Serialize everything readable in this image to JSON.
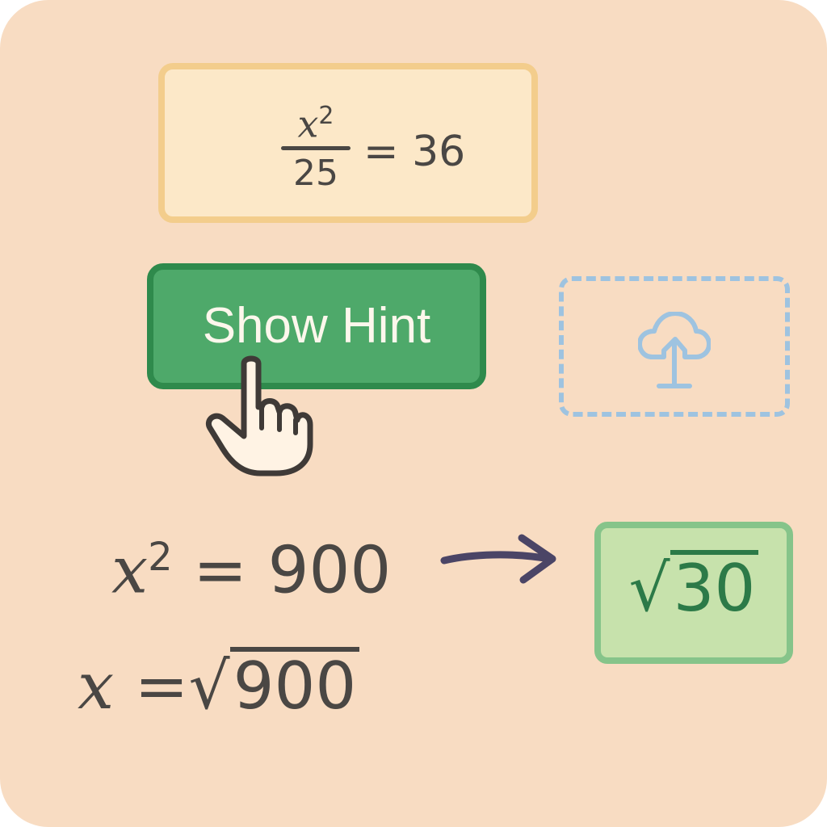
{
  "problem": {
    "numerator_var": "x",
    "numerator_exp": "2",
    "denominator": "25",
    "rhs": "= 36"
  },
  "hint_button": {
    "label": "Show Hint"
  },
  "work": {
    "step1_var": "x",
    "step1_exp": "2",
    "step1_rhs": "= 900",
    "step2_lhs": "x =",
    "step2_radical_symbol": "√",
    "step2_radicand": "900"
  },
  "answer": {
    "radical_symbol": "√",
    "radicand": "30"
  },
  "icons": {
    "cursor": "pointer-hand-icon",
    "upload": "upload-icon",
    "arrow": "arrow-right-icon"
  },
  "colors": {
    "background": "#f8dcc2",
    "problem_fill": "#fce8c8",
    "problem_border": "#f3cd8c",
    "hint_fill": "#4ea96a",
    "hint_border": "#2f8a4c",
    "upload_dash": "#9ec3e0",
    "answer_fill": "#c7e2ac",
    "answer_border": "#86c48a",
    "answer_text": "#2c7a48",
    "arrow": "#4b4566"
  }
}
